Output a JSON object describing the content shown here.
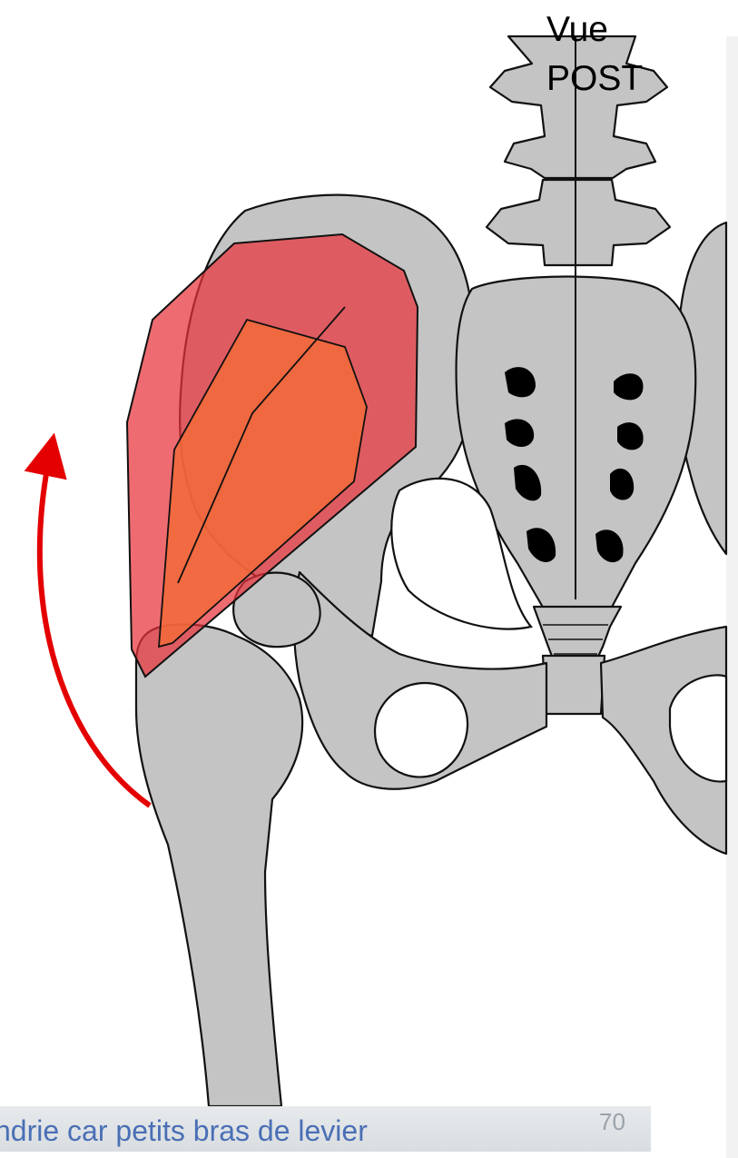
{
  "diagram": {
    "view_label_line1": "Vue",
    "view_label_line2": "POST",
    "muscle_name": "",
    "action_arrow_color": "#e40000",
    "muscle_color": "#e8333a",
    "bone_color": "#c4c4c4"
  },
  "footer": {
    "caption": "ndrie car petits bras de levier",
    "page_number": "70"
  }
}
